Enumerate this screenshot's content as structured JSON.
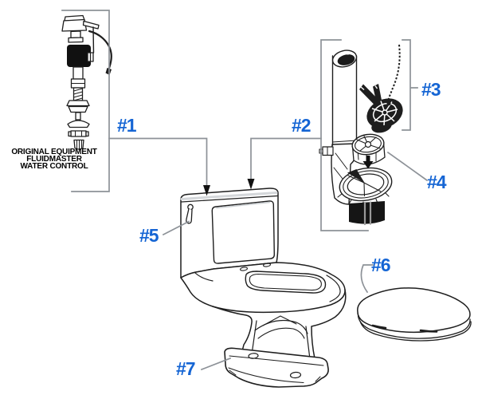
{
  "diagram": {
    "part_labels": [
      "#1",
      "#2",
      "#3",
      "#4",
      "#5",
      "#6",
      "#7"
    ],
    "caption_lines": [
      "ORIGINAL EQUIPMENT",
      "FLUIDMASTER",
      "WATER CONTROL"
    ]
  },
  "colors": {
    "label_blue": "#1565d4",
    "leader_gray": "#8d9298",
    "ink_black": "#1e1e1e",
    "background": "#ffffff"
  },
  "icons": {
    "insert_direction_arrows": "down-arrow-icon"
  }
}
